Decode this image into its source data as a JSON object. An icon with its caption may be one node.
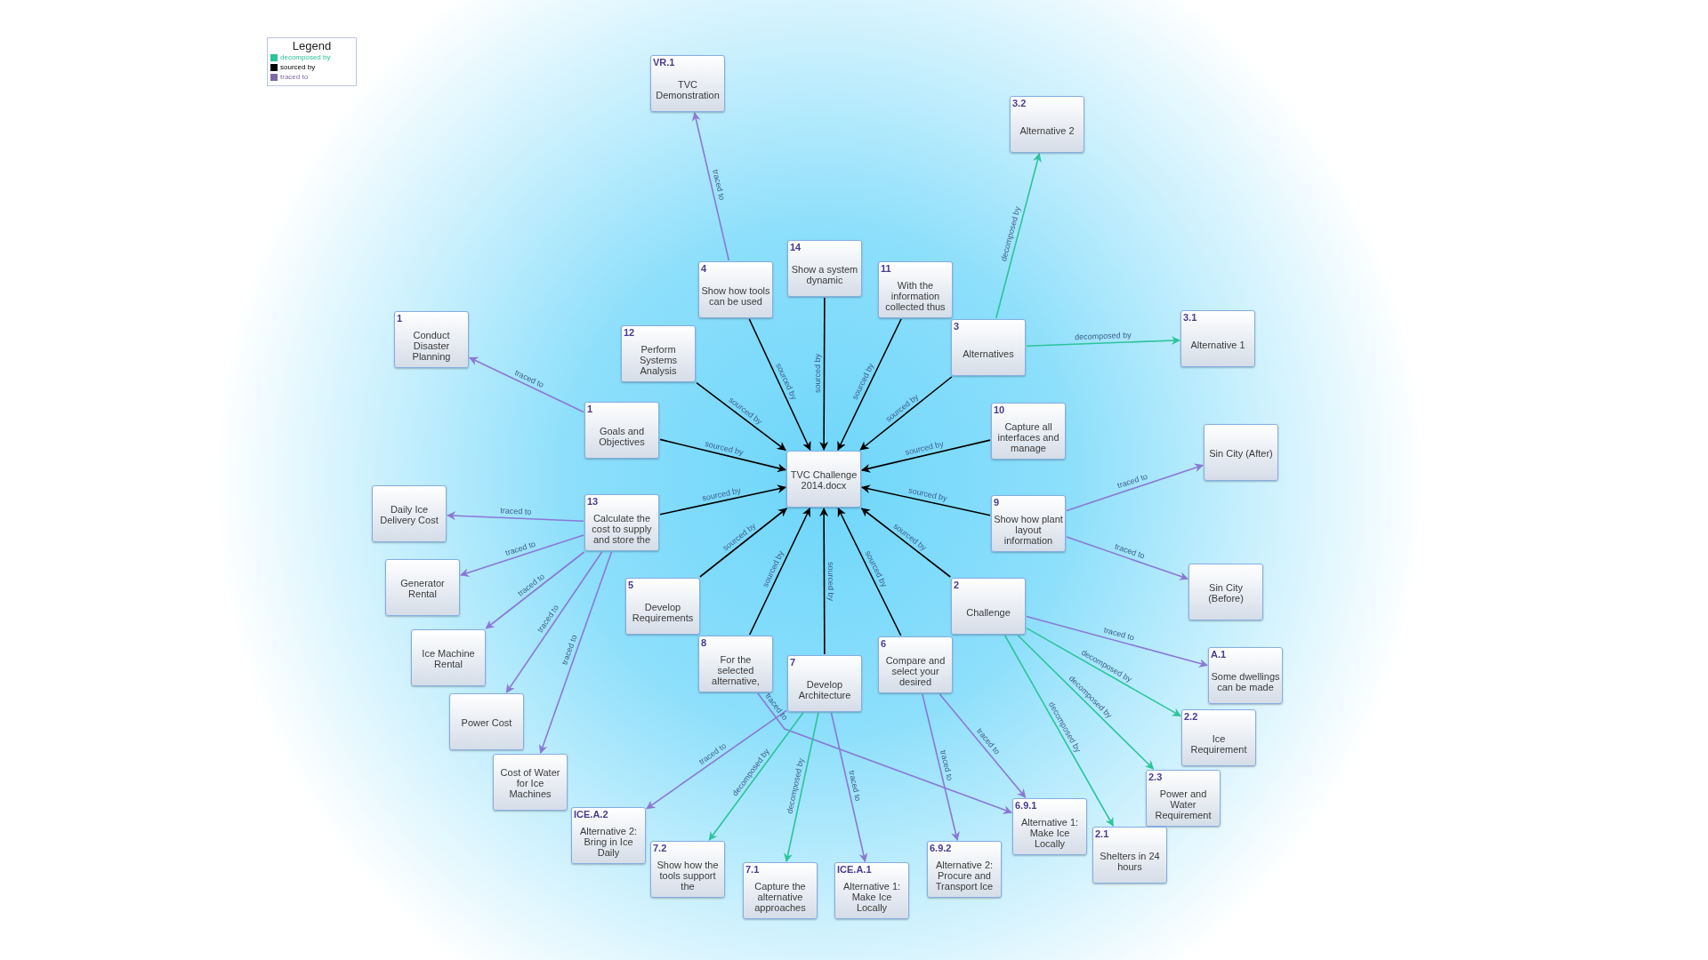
{
  "diagram": {
    "nodes": [
      {
        "text": [
          "TVC Challenge 2014.docx"
        ]
      },
      {
        "text": [
          "VR.1",
          "TVC Demonstration"
        ]
      },
      {
        "text": [
          "3.2",
          "Alternative 2"
        ]
      },
      {
        "text": [
          "4",
          "Show how tools can be used"
        ]
      },
      {
        "text": [
          "14",
          "Show a system dynamic"
        ]
      },
      {
        "text": [
          "11",
          "With the information collected thus"
        ]
      },
      {
        "text": [
          "1",
          "Conduct Disaster Planning"
        ]
      },
      {
        "text": [
          "12",
          "Perform Systems Analysis"
        ]
      },
      {
        "text": [
          "3",
          "Alternatives"
        ]
      },
      {
        "text": [
          "3.1",
          "Alternative 1"
        ]
      },
      {
        "text": [
          "1",
          "Goals and Objectives"
        ]
      },
      {
        "text": [
          "10",
          "Capture all interfaces and manage"
        ]
      },
      {
        "text": [
          "Sin City (After)"
        ]
      },
      {
        "text": [
          "Daily Ice Delivery Cost"
        ]
      },
      {
        "text": [
          "13",
          "Calculate the cost to supply and store the"
        ]
      },
      {
        "text": [
          "9",
          "Show how plant layout information"
        ]
      },
      {
        "text": [
          "Generator Rental"
        ]
      },
      {
        "text": [
          "Sin City (Before)"
        ]
      },
      {
        "text": [
          "5",
          "Develop Requirements"
        ]
      },
      {
        "text": [
          "2",
          "Challenge"
        ]
      },
      {
        "text": [
          "Ice Machine Rental"
        ]
      },
      {
        "text": [
          "8",
          "For the selected alternative,"
        ]
      },
      {
        "text": [
          "7",
          "Develop Architecture"
        ]
      },
      {
        "text": [
          "6",
          "Compare and select your desired"
        ]
      },
      {
        "text": [
          "A.1",
          "Some dwellings can be made"
        ]
      },
      {
        "text": [
          "Power Cost"
        ]
      },
      {
        "text": [
          "2.2",
          "Ice Requirement"
        ]
      },
      {
        "text": [
          "2.3",
          "Power and Water Requirement"
        ]
      },
      {
        "text": [
          "Cost of Water for Ice Machines"
        ]
      },
      {
        "text": [
          "2.1",
          "Shelters in 24 hours"
        ]
      },
      {
        "text": [
          "ICE.A.2",
          "Alternative 2: Bring in Ice Daily"
        ]
      },
      {
        "text": [
          "6.9.1",
          "Alternative 1: Make Ice Locally"
        ]
      },
      {
        "text": [
          "7.2",
          "Show how the tools support the"
        ]
      },
      {
        "text": [
          "6.9.2",
          "Alternative 2: Procure and Transport Ice"
        ]
      },
      {
        "text": [
          "7.1",
          "Capture the alternative approaches"
        ]
      },
      {
        "text": [
          "ICE.A.1",
          "Alternative 1: Make Ice Locally"
        ]
      }
    ],
    "edges": [
      {
        "from": 10,
        "to": 0,
        "arrow": "to",
        "label": "sourced by",
        "color": "#000000"
      },
      {
        "from": 7,
        "to": 0,
        "arrow": "to",
        "label": "sourced by",
        "color": "#000000"
      },
      {
        "from": 3,
        "to": 0,
        "arrow": "to",
        "label": "sourced by",
        "color": "#000000"
      },
      {
        "from": 4,
        "to": 0,
        "arrow": "to",
        "label": "sourced by",
        "color": "#000000"
      },
      {
        "from": 5,
        "to": 0,
        "arrow": "to",
        "label": "sourced by",
        "color": "#000000"
      },
      {
        "from": 8,
        "to": 0,
        "arrow": "to",
        "label": "sourced by",
        "color": "#000000"
      },
      {
        "from": 11,
        "to": 0,
        "arrow": "to",
        "label": "sourced by",
        "color": "#000000"
      },
      {
        "from": 15,
        "to": 0,
        "arrow": "to",
        "label": "sourced by",
        "color": "#000000"
      },
      {
        "from": 19,
        "to": 0,
        "arrow": "to",
        "label": "sourced by",
        "color": "#000000"
      },
      {
        "from": 23,
        "to": 0,
        "arrow": "to",
        "label": "sourced by",
        "color": "#000000"
      },
      {
        "from": 22,
        "to": 0,
        "arrow": "to",
        "label": "sourced by",
        "color": "#000000"
      },
      {
        "from": 21,
        "to": 0,
        "arrow": "to",
        "label": "sourced by",
        "color": "#000000"
      },
      {
        "from": 18,
        "to": 0,
        "arrow": "to",
        "label": "sourced by",
        "color": "#000000"
      },
      {
        "from": 14,
        "to": 0,
        "arrow": "to",
        "label": "sourced by",
        "color": "#000000"
      },
      {
        "from": 3,
        "to": 1,
        "arrow": "to",
        "label": "traced to"
      },
      {
        "from": 10,
        "to": 6,
        "arrow": "to",
        "label": "traced to"
      },
      {
        "from": 14,
        "to": 13,
        "arrow": "to",
        "label": "traced to"
      },
      {
        "from": 14,
        "to": 16,
        "arrow": "to",
        "label": "traced to"
      },
      {
        "from": 14,
        "to": 20,
        "arrow": "to",
        "label": "traced to"
      },
      {
        "from": 14,
        "to": 25,
        "arrow": "to",
        "label": "traced to"
      },
      {
        "from": 14,
        "to": 28,
        "arrow": "to",
        "label": "traced to"
      },
      {
        "from": 15,
        "to": 12,
        "arrow": "to",
        "label": "traced to"
      },
      {
        "from": 15,
        "to": 17,
        "arrow": "to",
        "label": "traced to"
      },
      {
        "from": 19,
        "to": 24,
        "arrow": "to",
        "label": "traced to"
      },
      {
        "from": 22,
        "to": 30,
        "arrow": "to",
        "label": "traced to"
      },
      {
        "from": 22,
        "to": 35,
        "arrow": "to",
        "label": "traced to"
      },
      {
        "from": 21,
        "to": 31,
        "arrow": "to",
        "label": "traced to"
      },
      {
        "from": 23,
        "to": 31,
        "arrow": "to",
        "label": "traced to"
      },
      {
        "from": 23,
        "to": 33,
        "arrow": "to",
        "label": "traced to"
      },
      {
        "from": 8,
        "to": 2,
        "arrow": "to",
        "label": "decomposed by",
        "color": "#2cc49a"
      },
      {
        "from": 8,
        "to": 9,
        "arrow": "to",
        "label": "decomposed by",
        "color": "#2cc49a"
      },
      {
        "from": 19,
        "to": 26,
        "arrow": "to",
        "label": "decomposed by",
        "color": "#2cc49a"
      },
      {
        "from": 19,
        "to": 27,
        "arrow": "to",
        "label": "decomposed by",
        "color": "#2cc49a"
      },
      {
        "from": 19,
        "to": 29,
        "arrow": "to",
        "label": "decomposed by",
        "color": "#2cc49a"
      },
      {
        "from": 22,
        "to": 32,
        "arrow": "to",
        "label": "decomposed by",
        "color": "#2cc49a"
      },
      {
        "from": 22,
        "to": 34,
        "arrow": "to",
        "label": "decomposed by",
        "color": "#2cc49a"
      }
    ],
    "labels": [
      "Legend"
    ],
    "legend": [
      {
        "text": "decomposed by",
        "color": "#2cc49a"
      },
      {
        "text": "sourced by",
        "color": "#000000"
      },
      {
        "text": "traced to",
        "color": "#7f6aa8"
      }
    ]
  }
}
